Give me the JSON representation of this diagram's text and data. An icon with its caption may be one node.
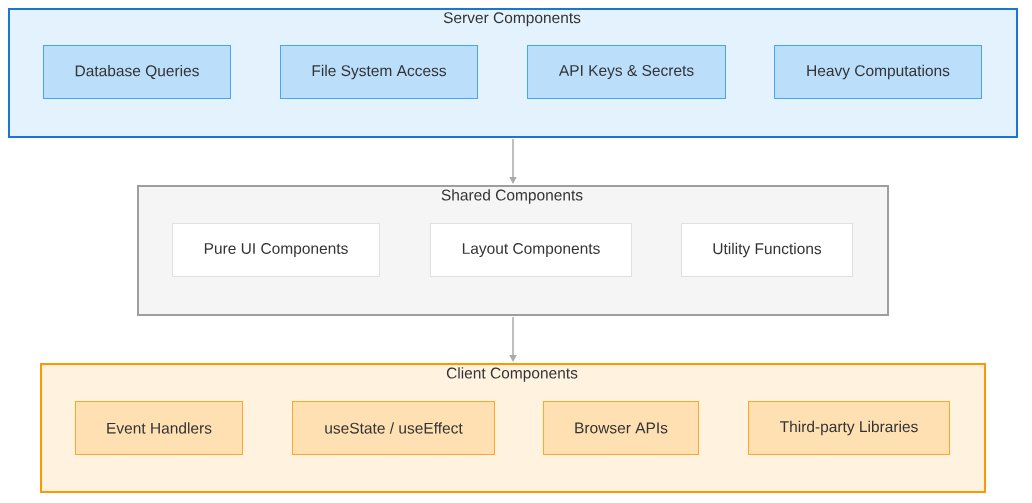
{
  "diagram": {
    "nodes": [
      {
        "text": [
          "Server Components"
        ]
      },
      {
        "text": [
          "Database Queries"
        ],
        "in": 0
      },
      {
        "text": [
          "File System Access"
        ],
        "in": 0
      },
      {
        "text": [
          "API Keys & Secrets"
        ],
        "in": 0
      },
      {
        "text": [
          "Heavy Computations"
        ],
        "in": 0
      },
      {
        "text": [
          "Shared Components"
        ]
      },
      {
        "text": [
          "Pure UI Components"
        ],
        "in": 5
      },
      {
        "text": [
          "Layout Components"
        ],
        "in": 5
      },
      {
        "text": [
          "Utility Functions"
        ],
        "in": 5
      },
      {
        "text": [
          "Client Components"
        ]
      },
      {
        "text": [
          "Event Handlers"
        ],
        "in": 9
      },
      {
        "text": [
          "useState / useEffect"
        ],
        "in": 9
      },
      {
        "text": [
          "Browser APIs"
        ],
        "in": 9
      },
      {
        "text": [
          "Third-party Libraries"
        ],
        "in": 9
      }
    ],
    "edges": [
      {
        "from": 0,
        "to": 5,
        "arrow": "to"
      },
      {
        "from": 5,
        "to": 9,
        "arrow": "to"
      }
    ]
  }
}
